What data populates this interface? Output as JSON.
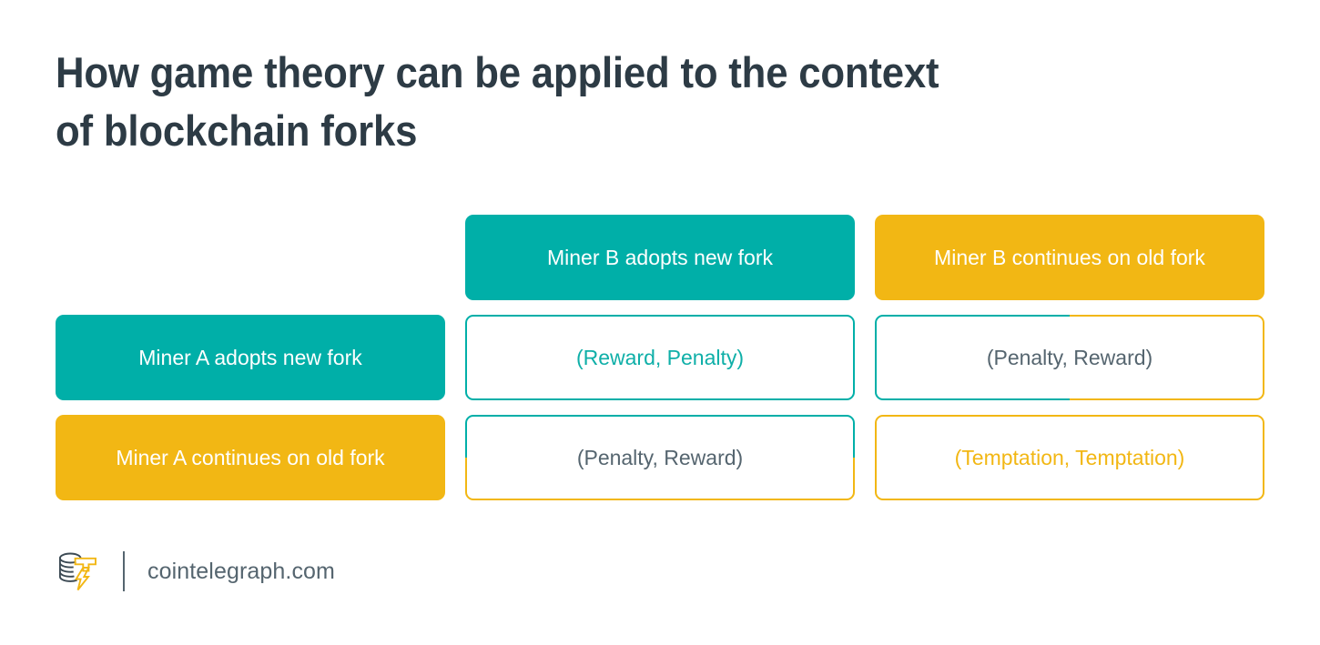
{
  "title": "How game theory can be applied to the context\nof blockchain forks",
  "colors": {
    "teal": "#00AFA8",
    "yellow": "#F2B714",
    "title_text": "#2D3B45",
    "body_text": "#55656F",
    "background": "#FFFFFF"
  },
  "matrix": {
    "corner_label": "",
    "column_headers": [
      {
        "label": "Miner B adopts new fork",
        "style": "solid-teal"
      },
      {
        "label": "Miner B continues on old fork",
        "style": "solid-yellow"
      }
    ],
    "rows": [
      {
        "header": {
          "label": "Miner A adopts new fork",
          "style": "solid-teal"
        },
        "cells": [
          {
            "label": "(Reward, Penalty)",
            "style": "outline-teal"
          },
          {
            "label": "(Penalty, Reward)",
            "style": "split-vertical"
          }
        ]
      },
      {
        "header": {
          "label": "Miner A continues on old fork",
          "style": "solid-yellow"
        },
        "cells": [
          {
            "label": "(Penalty, Reward)",
            "style": "split-horizontal"
          },
          {
            "label": "(Temptation, Temptation)",
            "style": "outline-yellow"
          }
        ]
      }
    ]
  },
  "footer": {
    "logo_name": "cointelegraph-logo",
    "site": "cointelegraph.com"
  }
}
